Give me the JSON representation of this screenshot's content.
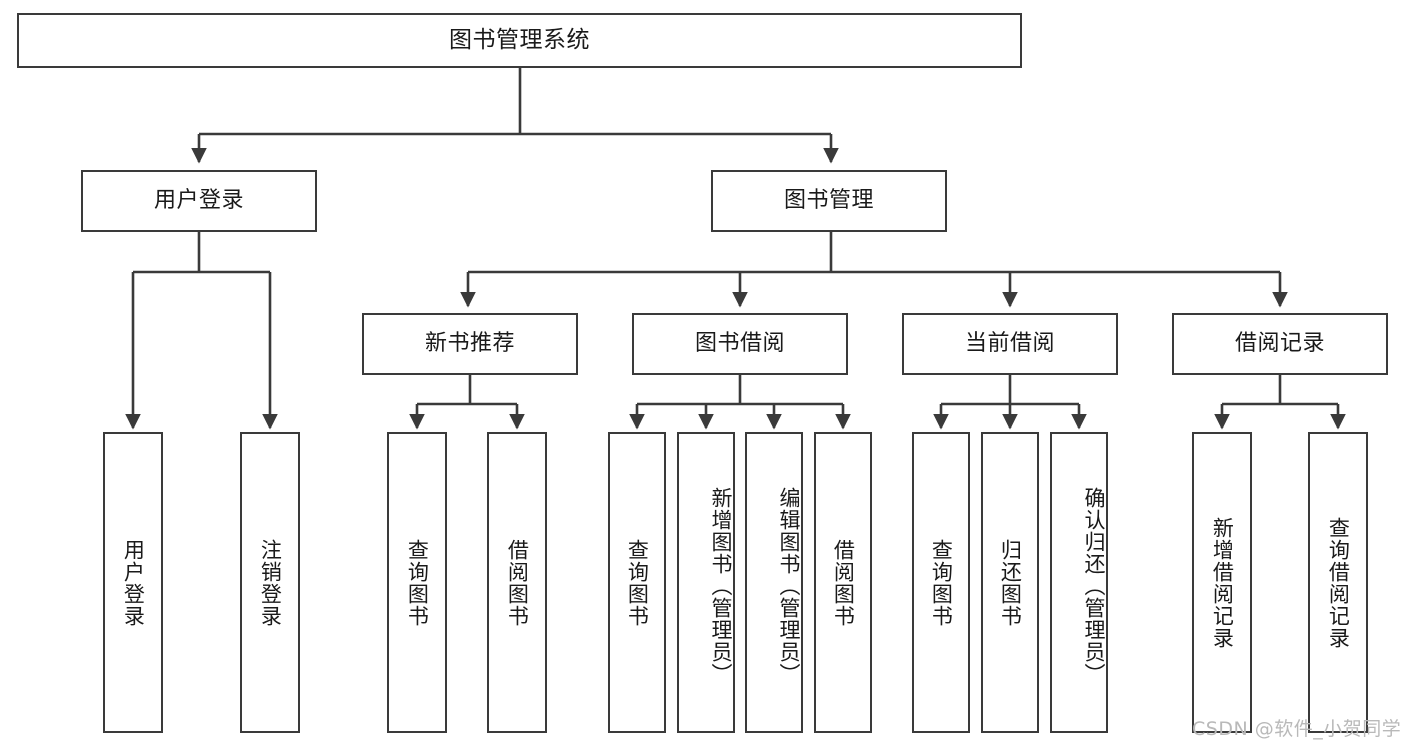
{
  "diagram": {
    "title": "图书管理系统",
    "type": "tree-hierarchy-chart",
    "orientation": "top-down",
    "colors": {
      "background": "#ffffff",
      "box_border": "#3a3a3a",
      "box_fill": "#ffffff",
      "edge": "#3a3a3a",
      "text": "#1a1a1a",
      "watermark": "#b9b9b9"
    },
    "root": {
      "id": "root",
      "label": "图书管理系统"
    },
    "level2": [
      {
        "id": "user-login",
        "label": "用户登录"
      },
      {
        "id": "book-manage",
        "label": "图书管理"
      }
    ],
    "level3": [
      {
        "id": "new-book-rec",
        "label": "新书推荐",
        "parent": "book-manage"
      },
      {
        "id": "book-borrow",
        "label": "图书借阅",
        "parent": "book-manage"
      },
      {
        "id": "current-borrow",
        "label": "当前借阅",
        "parent": "book-manage"
      },
      {
        "id": "borrow-record",
        "label": "借阅记录",
        "parent": "book-manage"
      }
    ],
    "leaves": [
      {
        "id": "leaf-user-login",
        "label": "用户登录",
        "parent": "user-login"
      },
      {
        "id": "leaf-logout-login",
        "label": "注销登录",
        "parent": "user-login"
      },
      {
        "id": "leaf-query-book-1",
        "label": "查询图书",
        "parent": "new-book-rec"
      },
      {
        "id": "leaf-borrow-book-1",
        "label": "借阅图书",
        "parent": "new-book-rec"
      },
      {
        "id": "leaf-query-book-2",
        "label": "查询图书",
        "parent": "book-borrow"
      },
      {
        "id": "leaf-add-book",
        "label": "新增图书（管理员）",
        "parent": "book-borrow"
      },
      {
        "id": "leaf-edit-book",
        "label": "编辑图书（管理员）",
        "parent": "book-borrow"
      },
      {
        "id": "leaf-borrow-book-2",
        "label": "借阅图书",
        "parent": "book-borrow"
      },
      {
        "id": "leaf-query-book-3",
        "label": "查询图书",
        "parent": "current-borrow"
      },
      {
        "id": "leaf-return-book",
        "label": "归还图书",
        "parent": "current-borrow"
      },
      {
        "id": "leaf-confirm-return",
        "label": "确认归还（管理员）",
        "parent": "current-borrow"
      },
      {
        "id": "leaf-add-record",
        "label": "新增借阅记录",
        "parent": "borrow-record"
      },
      {
        "id": "leaf-query-record",
        "label": "查询借阅记录",
        "parent": "borrow-record"
      }
    ],
    "watermark": "CSDN @软件_小贺同学"
  }
}
